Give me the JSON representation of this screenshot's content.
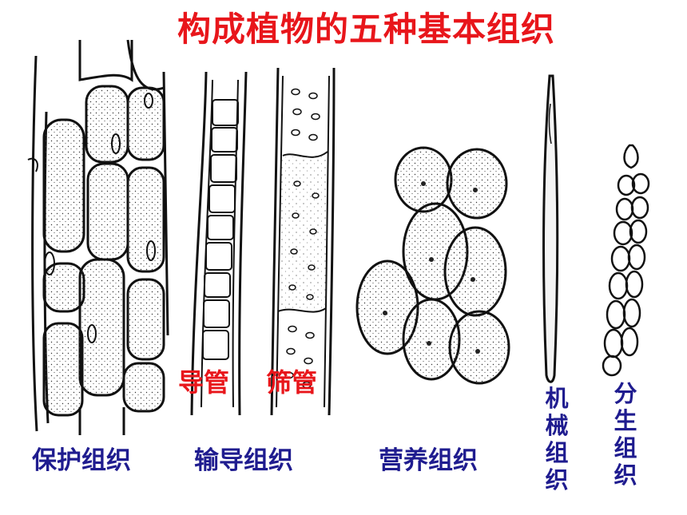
{
  "title": "构成植物的五种基本组织",
  "vessel_labels": {
    "vessel": "导管",
    "sieve_tube": "筛管"
  },
  "tissues": {
    "protective": "保护组织",
    "conducting": "输导组织",
    "nutritive": "营养组织",
    "mechanical": "机械组织",
    "meristematic": "分生组织"
  },
  "colors": {
    "title": "#e8161b",
    "label": "#1f1c8f",
    "ink": "#111111"
  }
}
